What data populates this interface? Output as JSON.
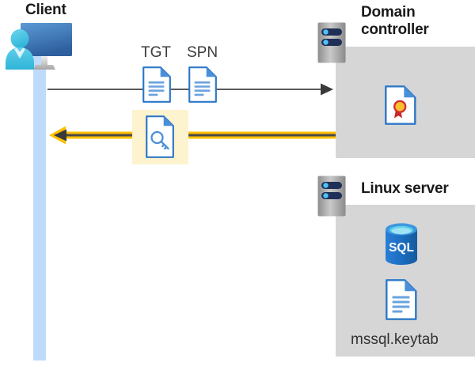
{
  "diagram": {
    "title_client": "Client",
    "title_domain_controller": "Domain\ncontroller",
    "title_linux_server": "Linux server",
    "label_tgt": "TGT",
    "label_spn": "SPN",
    "label_keytab": "mssql.keytab",
    "label_sql": "SQL",
    "icons": {
      "client": "user-computer-icon",
      "server_dc": "server-rack-icon",
      "server_linux": "server-rack-icon",
      "tgt_doc": "document-icon",
      "spn_doc": "document-icon",
      "ticket_key_doc": "document-key-icon",
      "certificate": "certificate-document-icon",
      "database": "sql-database-icon",
      "keytab_doc": "document-icon"
    },
    "flows": [
      {
        "name": "request-flow",
        "direction": "client-to-domain-controller",
        "style": "thin-gray-arrow",
        "color": "#5a5a5a"
      },
      {
        "name": "response-flow",
        "direction": "domain-controller-to-client",
        "style": "thick-yellow-arrow",
        "color": "#ffc000"
      }
    ],
    "colors": {
      "lifeline": "#bfdbfc",
      "panel": "#d6d6d6",
      "highlight": "#fdf3cf",
      "arrow_yellow": "#ffc000",
      "arrow_gray": "#5a5a5a",
      "doc_blue": "#3b7fd4",
      "doc_fill_blue": "#6aa3de",
      "server_gray": "#9e9e9e",
      "server_slot": "#1f2f57",
      "server_led": "#4fc3f7",
      "sql_blue": "#1b6ec2",
      "cert_red": "#d32f2f",
      "cert_gold": "#fbc02d",
      "title_text": "#1a1a1a",
      "label_text": "#3b3b3b"
    }
  }
}
